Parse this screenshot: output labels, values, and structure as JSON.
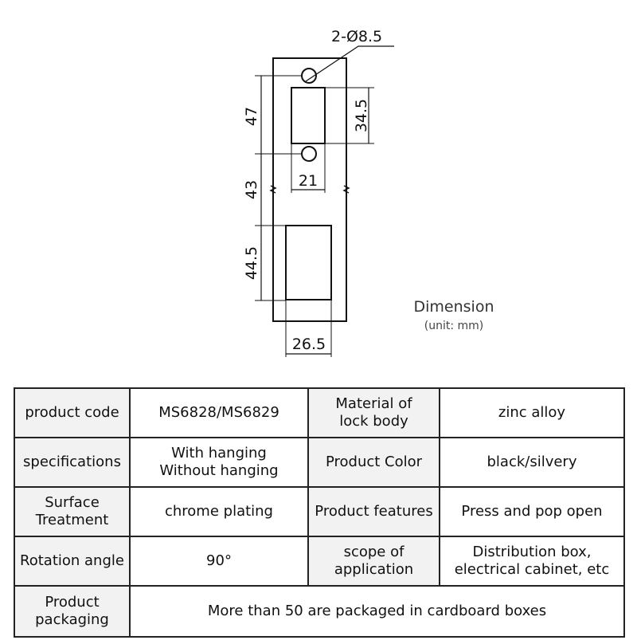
{
  "drawing": {
    "hole_callout": "2-Ø8.5",
    "dim_47": "47",
    "dim_43": "43",
    "dim_44_5": "44.5",
    "dim_34_5": "34.5",
    "dim_21": "21",
    "dim_26_5": "26.5"
  },
  "caption": {
    "title": "Dimension",
    "unit": "(unit:  mm)"
  },
  "table": {
    "rows": [
      [
        {
          "text": "product code",
          "header": true
        },
        {
          "text": "MS6828/MS6829",
          "header": false
        },
        {
          "text": "Material of\nlock body",
          "header": true
        },
        {
          "text": "zinc alloy",
          "header": false
        }
      ],
      [
        {
          "text": "specifications",
          "header": true
        },
        {
          "text": "With hanging\nWithout hanging",
          "header": false
        },
        {
          "text": "Product Color",
          "header": true
        },
        {
          "text": "black/silvery",
          "header": false
        }
      ],
      [
        {
          "text": "Surface\nTreatment",
          "header": true
        },
        {
          "text": "chrome plating",
          "header": false
        },
        {
          "text": "Product features",
          "header": true
        },
        {
          "text": "Press and pop open",
          "header": false
        }
      ],
      [
        {
          "text": "Rotation angle",
          "header": true
        },
        {
          "text": "90°",
          "header": false
        },
        {
          "text": "scope of\napplication",
          "header": true
        },
        {
          "text": "Distribution box,\nelectrical cabinet, etc",
          "header": false
        }
      ],
      [
        {
          "text": "Product\npackaging",
          "header": true
        },
        {
          "text": "More than 50 are packaged in cardboard boxes",
          "header": false,
          "colspan": 3
        }
      ]
    ]
  }
}
